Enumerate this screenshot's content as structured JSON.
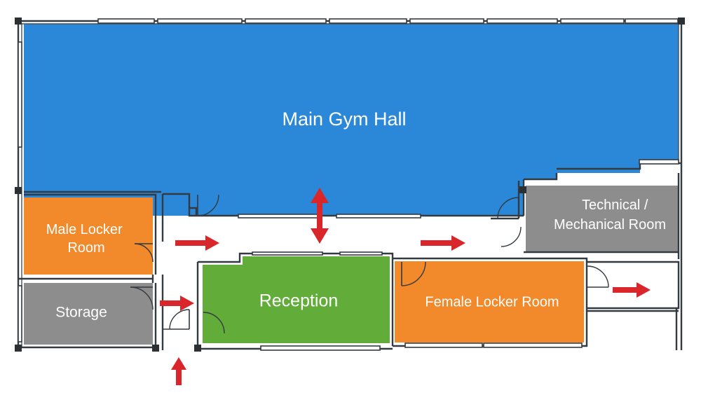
{
  "plan": {
    "rooms": [
      {
        "id": "main_gym_hall",
        "lines": [
          "Main Gym Hall"
        ],
        "color": "#2b87d8"
      },
      {
        "id": "male_locker_room",
        "lines": [
          "Male Locker",
          "Room"
        ],
        "color": "#f2892a"
      },
      {
        "id": "storage",
        "lines": [
          "Storage"
        ],
        "color": "#8d8d8d"
      },
      {
        "id": "reception",
        "lines": [
          "Reception"
        ],
        "color": "#62ad3a"
      },
      {
        "id": "female_locker_room",
        "lines": [
          "Female Locker Room"
        ],
        "color": "#f2892a"
      },
      {
        "id": "technical_room",
        "lines": [
          "Technical /",
          "Mechanical Room"
        ],
        "color": "#8d8d8d"
      }
    ],
    "flow_arrows": [
      {
        "id": "entrance",
        "direction": "up"
      },
      {
        "id": "to-gym",
        "direction": "up-down"
      },
      {
        "id": "corridor-left",
        "direction": "right"
      },
      {
        "id": "corridor-right",
        "direction": "right"
      },
      {
        "id": "to-reception",
        "direction": "right"
      },
      {
        "id": "exit-right",
        "direction": "right"
      }
    ],
    "arrow_color": "#d8262a",
    "wall_color": "#333a40"
  }
}
